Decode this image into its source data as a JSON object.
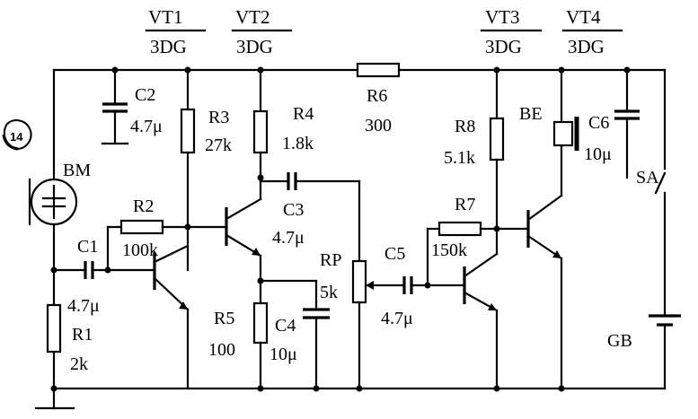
{
  "headers": {
    "vt1": {
      "name": "VT1",
      "type": "3DG"
    },
    "vt2": {
      "name": "VT2",
      "type": "3DG"
    },
    "vt3": {
      "name": "VT3",
      "type": "3DG"
    },
    "vt4": {
      "name": "VT4",
      "type": "3DG"
    }
  },
  "figure_number": "14",
  "components": {
    "bm": {
      "name": "BM"
    },
    "c1": {
      "name": "C1",
      "value": "4.7μ"
    },
    "c2": {
      "name": "C2",
      "value": "4.7μ"
    },
    "c3": {
      "name": "C3",
      "value": "4.7μ"
    },
    "c4": {
      "name": "C4",
      "value": "10μ"
    },
    "c5": {
      "name": "C5",
      "value": "4.7μ"
    },
    "c6": {
      "name": "C6",
      "value": "10μ"
    },
    "r1": {
      "name": "R1",
      "value": "2k"
    },
    "r2": {
      "name": "R2",
      "value": "100k"
    },
    "r3": {
      "name": "R3",
      "value": "27k"
    },
    "r4": {
      "name": "R4",
      "value": "1.8k"
    },
    "r5": {
      "name": "R5",
      "value": "100"
    },
    "r6": {
      "name": "R6",
      "value": "300"
    },
    "r7": {
      "name": "R7",
      "value": "150k"
    },
    "r8": {
      "name": "R8",
      "value": "5.1k"
    },
    "rp": {
      "name": "RP",
      "value": "5k"
    },
    "be": {
      "name": "BE"
    },
    "sa": {
      "name": "SA"
    },
    "gb": {
      "name": "GB"
    }
  }
}
